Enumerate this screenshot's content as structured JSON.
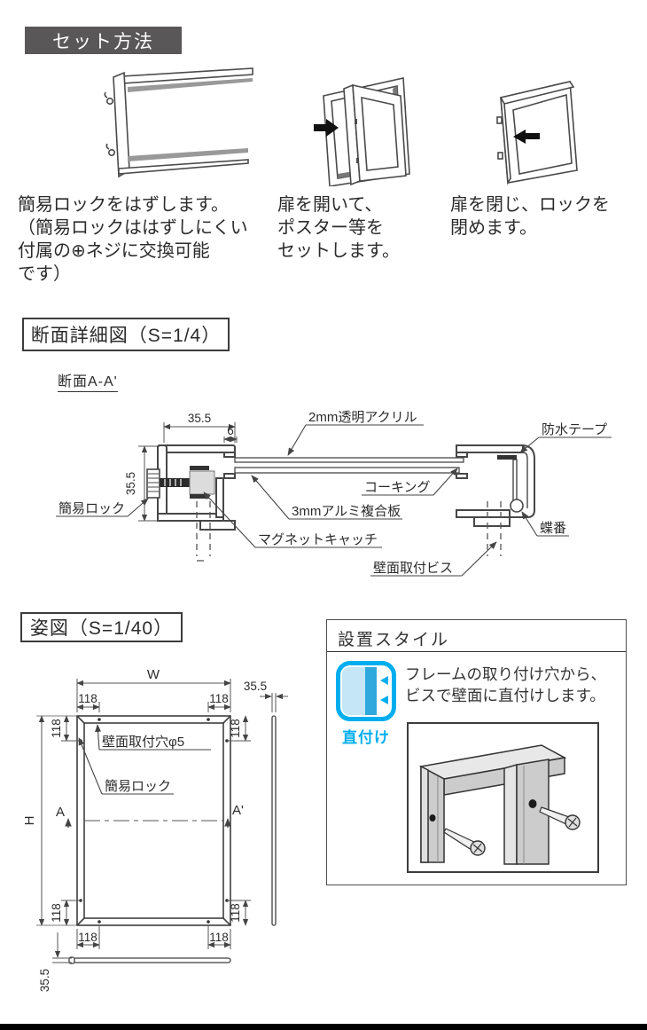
{
  "banner": {
    "title": "セット方法"
  },
  "steps": {
    "step1": {
      "line1": "簡易ロックをはずします。",
      "line2": "（簡易ロックははずしにくい",
      "line3": "付属の⊕ネジに交換可能",
      "line4": "です）"
    },
    "step2": {
      "line1": "扉を開いて、",
      "line2": "ポスター等を",
      "line3": "セットします。"
    },
    "step3": {
      "line1": "扉を閉じ、ロックを",
      "line2": "閉めます。"
    }
  },
  "cross_section": {
    "heading": "断面詳細図（S=1/4）",
    "view_label": "断面A-A'",
    "dim_355": "35.5",
    "dim_6": "6",
    "labels": {
      "acrylic": "2mm透明アクリル",
      "waterproof_tape": "防水テープ",
      "caulking": "コーキング",
      "aluminum_panel": "3mmアルミ複合板",
      "simple_lock": "簡易ロック",
      "hinge": "蝶番",
      "magnet_catch": "マグネットキャッチ",
      "wall_screw": "壁面取付ビス"
    }
  },
  "elevation": {
    "heading": "姿図（S=1/40）",
    "dim_w": "W",
    "dim_h": "H",
    "dim_118": "118",
    "dim_355": "35.5",
    "marker_a": "A",
    "marker_a_prime": "A'",
    "labels": {
      "wall_hole": "壁面取付穴φ5",
      "simple_lock": "簡易ロック"
    }
  },
  "install_style": {
    "heading": "設置スタイル",
    "icon_label": "直付け",
    "desc_line1": "フレームの取り付け穴から、",
    "desc_line2": "ビスで壁面に直付けします。"
  },
  "colors": {
    "banner_bg": "#595757",
    "accent": "#00AEEF",
    "line": "#444444"
  }
}
